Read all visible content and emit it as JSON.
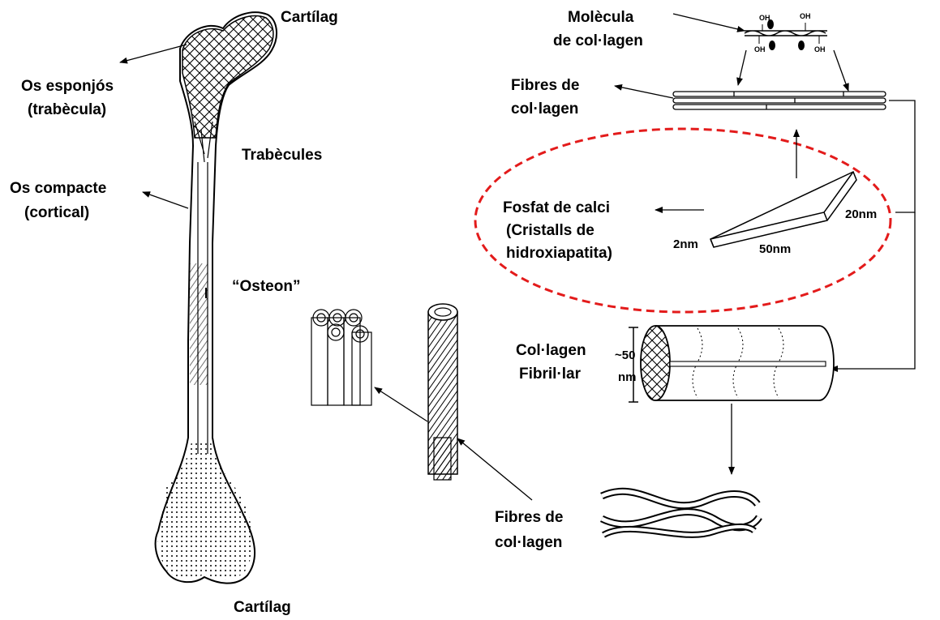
{
  "labels": {
    "cartilage_top": "Cartílag",
    "cartilage_bottom": "Cartílag",
    "spongy_bone_1": "Os esponjós",
    "spongy_bone_2": "(trabècula)",
    "trabeculae": "Trabècules",
    "compact_bone_1": "Os compacte",
    "compact_bone_2": "(cortical)",
    "osteon": "“Osteon”",
    "collagen_molecule_1": "Molècula",
    "collagen_molecule_2": "de col·lagen",
    "collagen_fibres_top_1": "Fibres de",
    "collagen_fibres_top_2": "col·lagen",
    "calcium_phosphate_1": "Fosfat de calci",
    "calcium_phosphate_2": "(Cristalls de",
    "calcium_phosphate_3": "hidroxiapatita)",
    "dim_2nm": "2nm",
    "dim_50nm": "50nm",
    "dim_20nm": "20nm",
    "fibrillar_collagen_1": "Col·lagen",
    "fibrillar_collagen_2": "Fibril·lar",
    "fibril_diameter_1": "~50",
    "fibril_diameter_2": "nm",
    "collagen_fibres_bottom_1": "Fibres de",
    "collagen_fibres_bottom_2": "col·lagen",
    "oh": "OH"
  },
  "colors": {
    "highlight_ellipse": "#e31b1b",
    "ink": "#000000",
    "background": "#ffffff"
  }
}
